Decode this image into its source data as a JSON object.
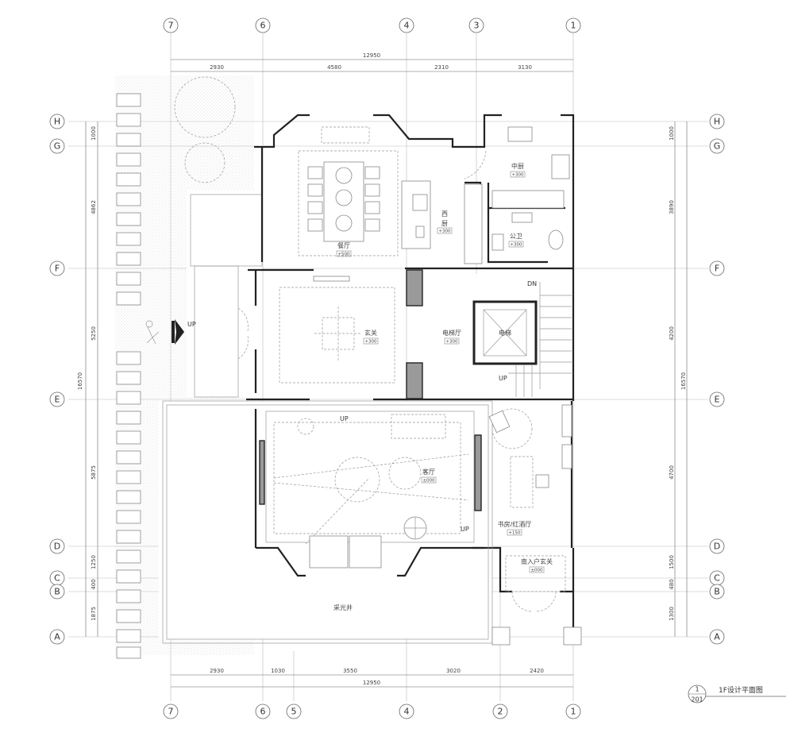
{
  "drawing": {
    "title": "1F设计平面图",
    "sheet_number": "1",
    "sheet_ref": "201"
  },
  "grid_axes": {
    "top": [
      "7",
      "6",
      "4",
      "3",
      "1"
    ],
    "bottom": [
      "7",
      "6",
      "5",
      "4",
      "2",
      "1"
    ],
    "left": [
      "H",
      "G",
      "F",
      "E",
      "D",
      "C",
      "B",
      "A"
    ],
    "right": [
      "H",
      "G",
      "F",
      "E",
      "D",
      "C",
      "B",
      "A"
    ]
  },
  "dimensions": {
    "top_total": "12950",
    "top_segments": [
      "2930",
      "4580",
      "2310",
      "3130"
    ],
    "bottom_total": "12950",
    "bottom_segments": [
      "2930",
      "1030",
      "3550",
      "3020",
      "2420"
    ],
    "left_total": "16570",
    "left_segments": [
      "1000",
      "4862",
      "5250",
      "5875",
      "1250",
      "400",
      "1875"
    ],
    "right_total": "16570",
    "right_segments": [
      "1000",
      "3890",
      "4200",
      "4700",
      "1500",
      "480",
      "1300"
    ]
  },
  "rooms": [
    {
      "name": "餐厅",
      "level": "+500"
    },
    {
      "name": "西厨",
      "level": "+300"
    },
    {
      "name": "中厨",
      "level": "+300"
    },
    {
      "name": "公卫",
      "level": "+300"
    },
    {
      "name": "玄关",
      "level": "+300"
    },
    {
      "name": "电梯厅",
      "level": "+300"
    },
    {
      "name": "电梯",
      "level": ""
    },
    {
      "name": "客厅",
      "level": "±000"
    },
    {
      "name": "书房/红酒厅",
      "level": "+150"
    },
    {
      "name": "南入户玄关",
      "level": "±000"
    },
    {
      "name": "采光井",
      "level": ""
    }
  ],
  "annotations": {
    "stair_dn": "DN",
    "stair_up": "UP",
    "entry_up": "UP",
    "living_up": "UP",
    "study_up": "UP"
  }
}
